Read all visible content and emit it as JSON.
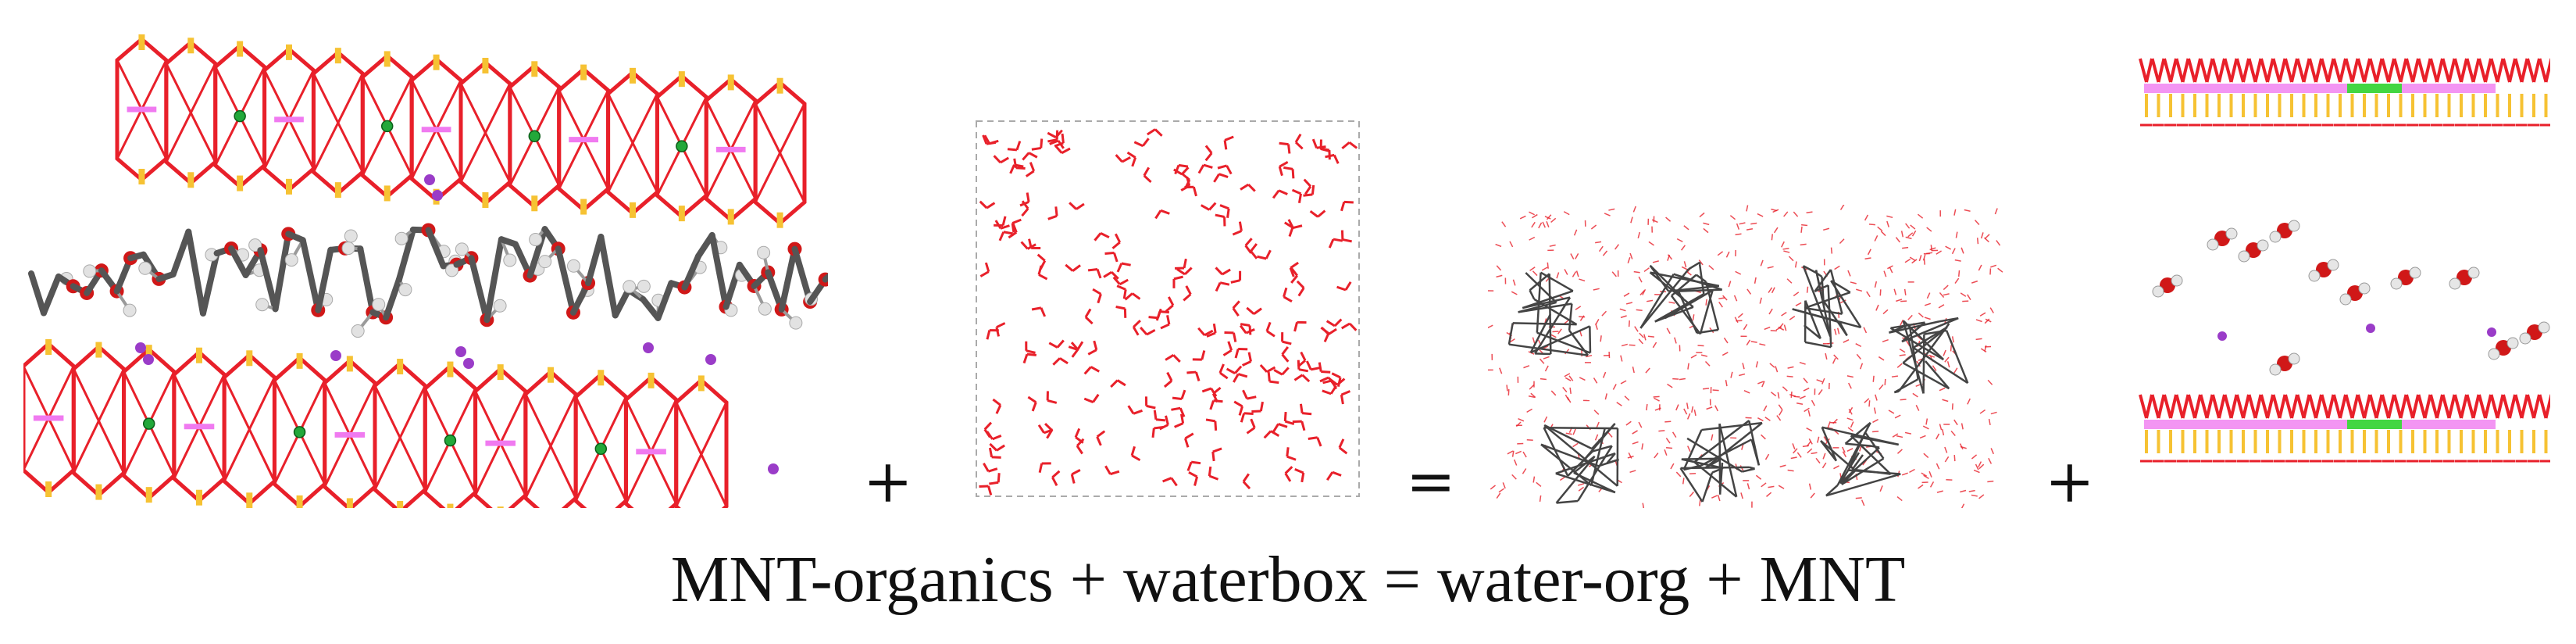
{
  "figure": {
    "caption": "MNT-organics + waterbox = water-org + MNT",
    "operators": {
      "plus_1": "+",
      "equals": "=",
      "plus_2": "+"
    }
  },
  "panels": [
    {
      "id": "mnt-organics",
      "description_color_scheme": {
        "framework": "#e8202a",
        "tetrahedral": "#f6c233",
        "substitution": "#f07af0",
        "cation": "#22a83a",
        "counterion": "#9a3cc8",
        "carbon": "#555555",
        "hydrogen": "#e2e2e2",
        "oxygen": "#d01818"
      }
    },
    {
      "id": "waterbox",
      "description_color_scheme": {
        "water_oxygen": "#e8202a",
        "water_hydrogen": "#dddddd",
        "box_edge": "#aaaaaa"
      }
    },
    {
      "id": "water-org",
      "description_color_scheme": {
        "water_oxygen": "#e8202a",
        "organics": "#444444"
      }
    },
    {
      "id": "mnt",
      "description_color_scheme": {
        "framework": "#e8202a",
        "tetrahedral": "#f6c233",
        "substitution": "#f07af0",
        "cation": "#2ed12e",
        "water_oxygen": "#d01818",
        "counterion": "#9a3cc8"
      }
    }
  ]
}
